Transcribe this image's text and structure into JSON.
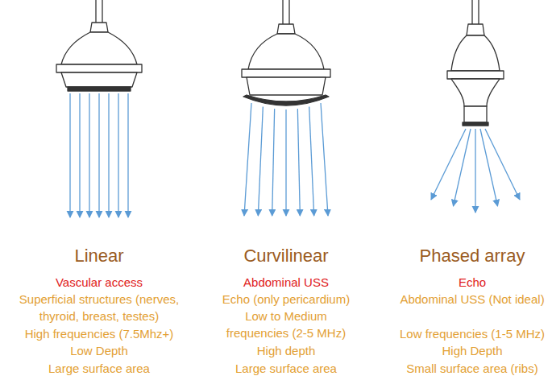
{
  "diagram": {
    "labels": [
      "Linear",
      "Vascular access",
      "Superficial structures (nerves, thyroid, breast, testes)",
      "High frequencies (7.5Mhz+)",
      "Low Depth",
      "Large surface area",
      "Curvilinear",
      "Abdominal USS",
      "Echo (only pericardium)",
      "Low to Medium frequencies (2-5 MHz)",
      "High depth",
      "Large surface area",
      "Phased array",
      "Echo",
      "Abdominal USS (Not ideal)",
      "Low frequencies (1-5 MHz)",
      "High Depth",
      "Small surface area (ribs)"
    ]
  }
}
